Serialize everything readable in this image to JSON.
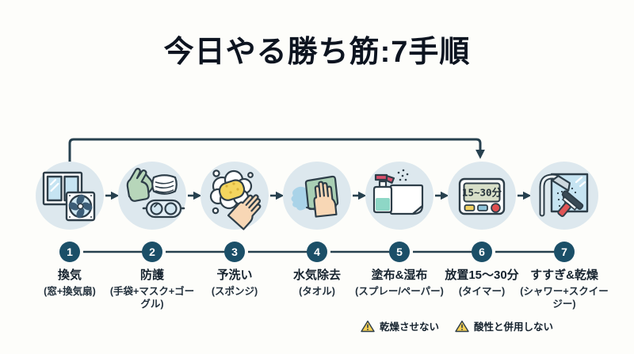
{
  "title": "今日やる勝ち筋:7手順",
  "colors": {
    "arrow": "#27414f",
    "numbg": "#1b4f68",
    "circlebg": "#dde8ee",
    "warnyellow": "#f5cf54"
  },
  "steps": [
    {
      "num": "1",
      "label": "換気",
      "sublabel": "(窓+換気扇)",
      "icon": "window-fan"
    },
    {
      "num": "2",
      "label": "防護",
      "sublabel": "(手袋+マスク+ゴーグル)",
      "icon": "gloves-mask-goggles"
    },
    {
      "num": "3",
      "label": "予洗い",
      "sublabel": "(スポンジ)",
      "icon": "sponge-hand"
    },
    {
      "num": "4",
      "label": "水気除去",
      "sublabel": "(タオル)",
      "icon": "towel-hand"
    },
    {
      "num": "5",
      "label": "塗布&湿布",
      "sublabel": "(スプレー/ペーパー)",
      "icon": "spray-bottle-paper"
    },
    {
      "num": "6",
      "label": "放置15〜30分",
      "sublabel": "(タイマー)",
      "icon": "kitchen-timer"
    },
    {
      "num": "7",
      "label": "すすぎ&乾燥",
      "sublabel": "(シャワー+スクイージー)",
      "icon": "shower-squeegee"
    }
  ],
  "timer_display": "15~30分",
  "warnings": [
    {
      "text": "乾燥させない"
    },
    {
      "text": "酸性と併用しない"
    }
  ]
}
